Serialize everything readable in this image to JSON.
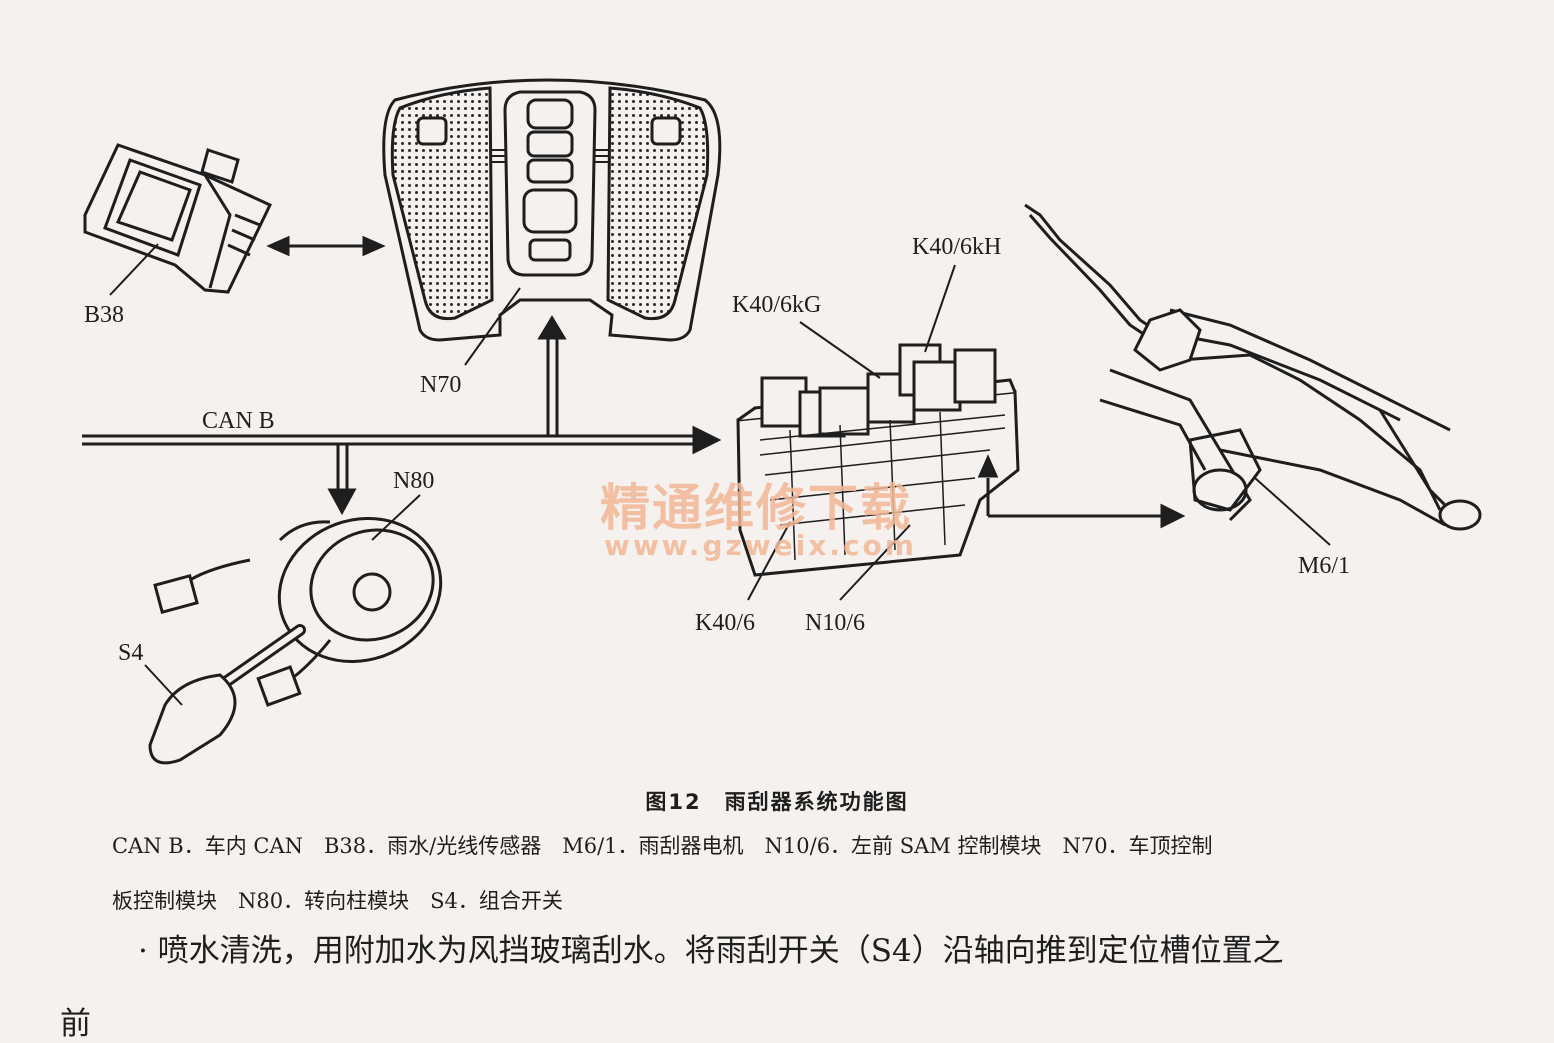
{
  "labels": {
    "b38": "B38",
    "n70": "N70",
    "can_b": "CAN B",
    "n80": "N80",
    "s4": "S4",
    "k40_6kh": "K40/6kH",
    "k40_6kg": "K40/6kG",
    "k40_6": "K40/6",
    "n10_6": "N10/6",
    "m6_1": "M6/1"
  },
  "watermark": {
    "main": "精通维修下载",
    "url": "www.gzweix.com"
  },
  "caption": "图12　雨刮器系统功能图",
  "legend": {
    "line1": "CAN B．车内 CAN　B38．雨水/光线传感器　M6/1．雨刮器电机　N10/6．左前 SAM 控制模块　N70．车顶控制",
    "line2": "板控制模块　N80．转向柱模块　S4．组合开关"
  },
  "body_text": {
    "line1": "· 喷水清洗，用附加水为风挡玻璃刮水。将雨刮开关（S4）沿轴向推到定位槽位置之",
    "line2": "前"
  }
}
